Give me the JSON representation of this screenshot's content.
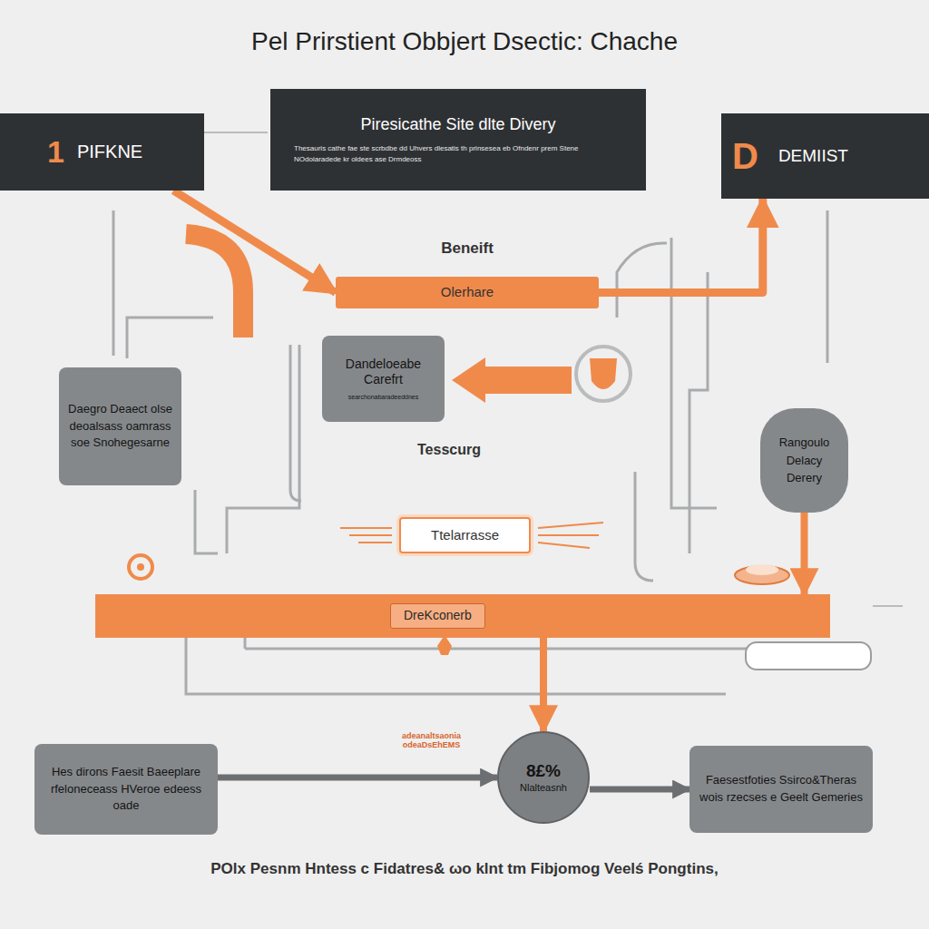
{
  "diagram": {
    "title": "Pel Prirstient Obbjert Dsectic: Chache",
    "caption": "POlx Pesnm Hntess c Fidatres& ωo klnt tm Fibjomog Veelś Pongtins,",
    "nodes": [
      {
        "text": [
          "1",
          "PIFKNE"
        ]
      },
      {
        "text": [
          "Piresicathe Site dlte Divery",
          "Thesauris cathe fae ste scrbdbe dd Uhvers dlesatis th prinsesea eb Ofndenr prem Stene NOdoiaradede kr oldees ase Drmdeoss"
        ]
      },
      {
        "text": [
          "D",
          "DEMIIST"
        ]
      },
      {
        "text": [
          "Beneift",
          "Olerhare"
        ]
      },
      {
        "text": [
          "Dandeloeabe Carefrt",
          "searchonabaradeeddnes"
        ]
      },
      {
        "text": [
          "Daegro Deaect olse deoalsass oamrass soe Snohegesarne"
        ]
      },
      {
        "text": [
          "Rangoulo Delacy Derery"
        ]
      },
      {
        "text": [
          "Ttelarrasse"
        ]
      },
      {
        "text": [
          "DreKconerb"
        ]
      },
      {
        "text": [
          "Hes dirons Faesit Baeeplare rfeloneceass HVeroe edeess oade"
        ]
      },
      {
        "text": [
          "8£%",
          "Nlalteasnh"
        ]
      },
      {
        "text": [
          "Faesestfoties Ssirco&Theras wois rzecses e Geelt Gemeries"
        ]
      }
    ],
    "edges": [
      {
        "from": 0,
        "to": 3,
        "arrow": "to"
      },
      {
        "from": 3,
        "to": 2,
        "arrow": "to"
      },
      {
        "from": 6,
        "to": 8,
        "arrow": "to"
      },
      {
        "from": 8,
        "to": 10,
        "arrow": "to"
      },
      {
        "from": 9,
        "to": 10,
        "arrow": "to"
      },
      {
        "from": 10,
        "to": 11,
        "arrow": "to"
      }
    ],
    "labels": [
      "Tesscurg",
      "adeanaltsaonia odeaDsEhEMS"
    ]
  }
}
